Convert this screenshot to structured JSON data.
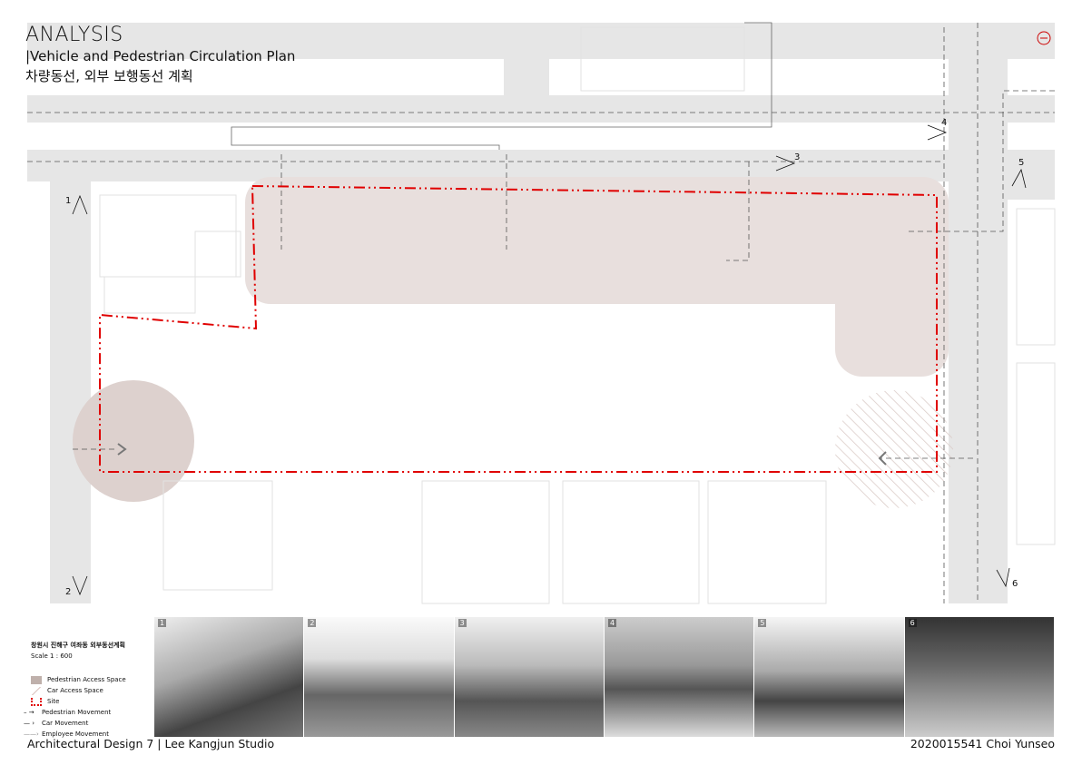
{
  "header": {
    "title": "ANALYSIS",
    "subtitle": "|Vehicle and Pedestrian Circulation Plan",
    "subtitle_kr": "차량동선, 외부 보행동선 계획"
  },
  "legend": {
    "heading": "창원시 진해구 여좌동 외부동선계획",
    "scale": "Scale 1 : 600",
    "items": [
      {
        "label": "Pedestrian Access Space",
        "color": "#bfb0ab"
      },
      {
        "label": "Car Access Space"
      },
      {
        "label": "Site",
        "color": "#e00000"
      },
      {
        "label": "Pedestrian Movement"
      },
      {
        "label": "Car Movement"
      },
      {
        "label": "Employee Movement"
      }
    ]
  },
  "viewpoints": [
    "1",
    "2",
    "3",
    "4",
    "5",
    "6"
  ],
  "photos": [
    {
      "num": "1"
    },
    {
      "num": "2"
    },
    {
      "num": "3"
    },
    {
      "num": "4"
    },
    {
      "num": "5"
    },
    {
      "num": "6"
    }
  ],
  "footer": {
    "left": "Architectural Design 7 | Lee Kangjun Studio",
    "right": "2020015541 Choi Yunseo"
  },
  "colors": {
    "road": "#e6e6e6",
    "pedestrian": "#e8dfdd",
    "site": "#e00000"
  }
}
